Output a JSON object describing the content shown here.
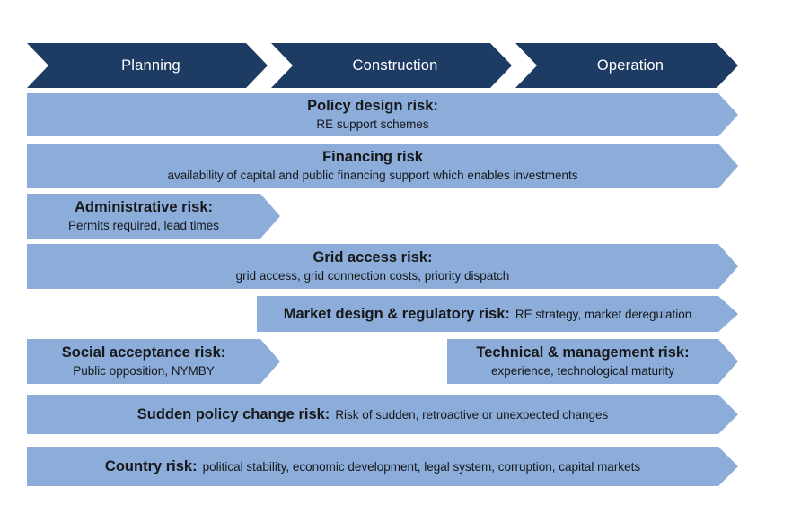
{
  "phases": {
    "items": [
      {
        "id": "planning",
        "label": "Planning"
      },
      {
        "id": "construction",
        "label": "Construction"
      },
      {
        "id": "operation",
        "label": "Operation"
      }
    ]
  },
  "risks": [
    {
      "id": "policy-design",
      "title": "Policy design risk:",
      "subtitle": "RE support schemes",
      "layout": "stacked",
      "spans": [
        "planning",
        "construction",
        "operation"
      ]
    },
    {
      "id": "financing",
      "title": "Financing risk",
      "subtitle": "availability of capital and public financing support which enables investments",
      "layout": "stacked",
      "spans": [
        "planning",
        "construction",
        "operation"
      ]
    },
    {
      "id": "administrative",
      "title": "Administrative risk:",
      "subtitle": "Permits required, lead times",
      "layout": "stacked",
      "spans": [
        "planning"
      ]
    },
    {
      "id": "grid-access",
      "title": "Grid access risk:",
      "subtitle": "grid access,  grid connection costs,  priority dispatch",
      "layout": "stacked",
      "spans": [
        "planning",
        "construction",
        "operation"
      ]
    },
    {
      "id": "market-design",
      "title": "Market design & regulatory risk:",
      "subtitle": "RE strategy, market deregulation",
      "layout": "inline",
      "spans": [
        "construction",
        "operation"
      ]
    },
    {
      "id": "social-acceptance",
      "title": "Social acceptance  risk:",
      "subtitle": "Public opposition, NYMBY",
      "layout": "stacked",
      "spans": [
        "planning"
      ]
    },
    {
      "id": "technical-management",
      "title": "Technical & management risk:",
      "subtitle": "experience, technological maturity",
      "layout": "stacked",
      "spans": [
        "operation"
      ]
    },
    {
      "id": "sudden-policy-change",
      "title": "Sudden policy change risk:",
      "subtitle": "Risk of sudden, retroactive or unexpected changes",
      "layout": "inline",
      "spans": [
        "planning",
        "construction",
        "operation"
      ]
    },
    {
      "id": "country",
      "title": "Country risk:",
      "subtitle": "political stability, economic development, legal system, corruption, capital markets",
      "layout": "inline",
      "spans": [
        "planning",
        "construction",
        "operation"
      ]
    }
  ],
  "colors": {
    "phase_header_navy": "#1D3B63",
    "risk_bar_blue": "#8CACD9",
    "phase_header_text": "#FFFFFF",
    "risk_text": "#17181A",
    "background": "#FFFFFF"
  }
}
